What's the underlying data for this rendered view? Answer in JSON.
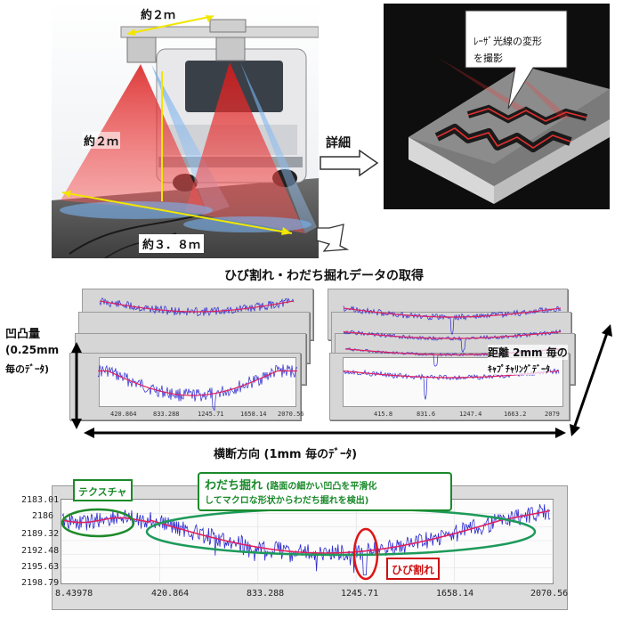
{
  "top": {
    "width_label": "約２ｍ",
    "height_label": "約２ｍ",
    "span_label": "約３．８ｍ",
    "detail_label": "詳細",
    "callout_line1": "ﾚｰｻﾞ光線の変形",
    "callout_line2": "を撮影"
  },
  "middle": {
    "title": "ひび割れ・わだち掘れデータの取得",
    "left_label_1": "凹凸量",
    "left_label_2": "(0.25mm",
    "left_label_3": "毎のﾃﾞｰﾀ)",
    "right_label_1": "距離 2mm 毎の",
    "right_label_2": "ｷｬﾌﾟﾁｬﾘﾝｸﾞﾃﾞｰﾀ",
    "bottom_label": "横断方向 (1mm 毎のﾃﾞｰﾀ)",
    "left_ticks": [
      "420.864",
      "833.288",
      "1245.71",
      "1658.14",
      "2070.56"
    ],
    "right_ticks": [
      "415.8",
      "831.6",
      "1247.4",
      "1663.2",
      "2079"
    ]
  },
  "bottom": {
    "texture_label": "テクスチャ",
    "rut_label_bold": "わだち掘れ",
    "rut_label_rest": "(路面の細かい凹凸を平滑化",
    "rut_label_line2": "してマクロな形状からわだち掘れを検出)",
    "crack_label": "ひび割れ",
    "chart_data": {
      "type": "line",
      "y_ticks": [
        "2183.01",
        "2186",
        "2189.32",
        "2192.48",
        "2195.63",
        "2198.79"
      ],
      "x_ticks": [
        "8.43978",
        "420.864",
        "833.288",
        "1245.71",
        "1658.14",
        "2070.56"
      ],
      "xlim": [
        8.43978,
        2070.56
      ],
      "ylim": [
        2183.01,
        2198.79
      ]
    }
  },
  "colors": {
    "raw_line": "#2a2ad0",
    "smooth_line": "#e02060",
    "texture_oval": "#1d8a2a",
    "rut_oval": "#1d9a5a",
    "crack_oval": "#e01515",
    "label_green": "#1a8a2a",
    "label_red": "#cc1010"
  }
}
